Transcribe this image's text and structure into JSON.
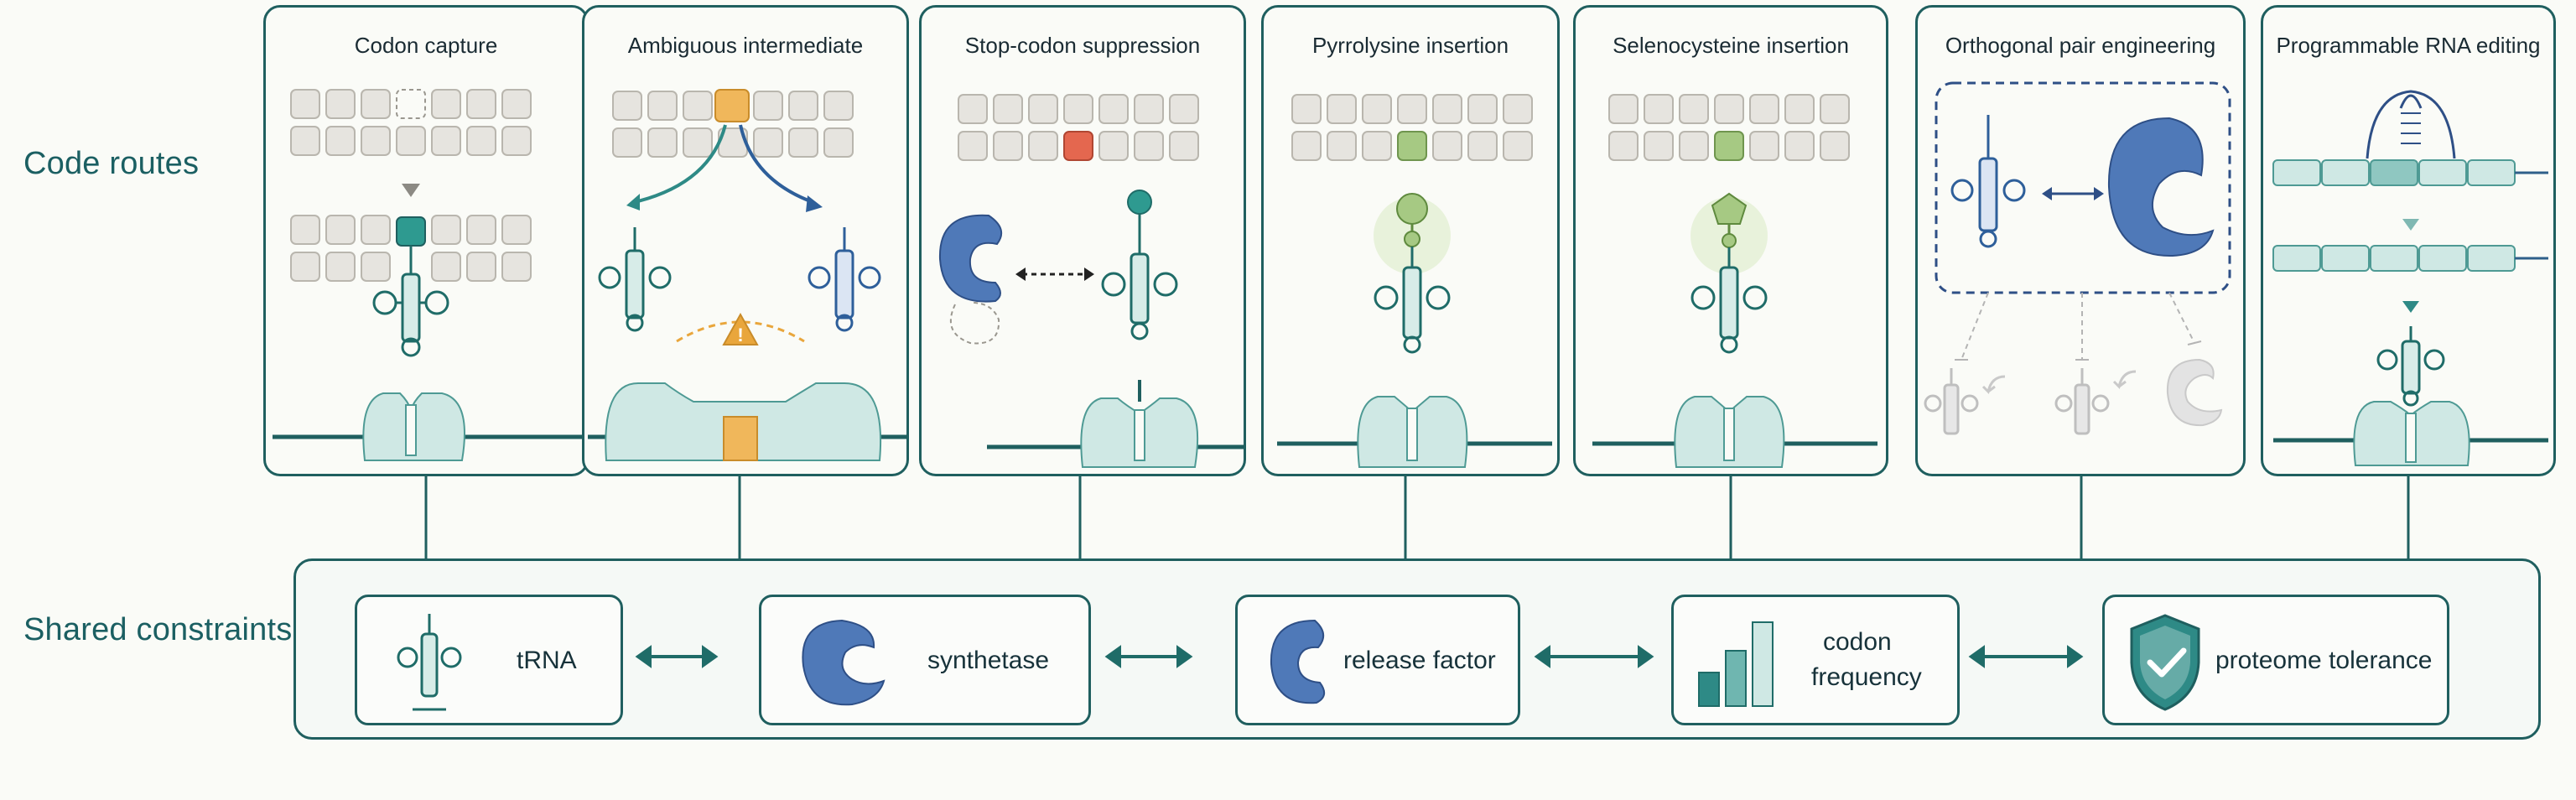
{
  "rows": {
    "top_label": "Code routes",
    "bottom_label": "Shared constraints"
  },
  "panels": [
    {
      "title": "Codon capture"
    },
    {
      "title": "Ambiguous intermediate"
    },
    {
      "title": "Stop-codon suppression"
    },
    {
      "title": "Pyrrolysine insertion"
    },
    {
      "title": "Selenocysteine insertion"
    },
    {
      "title": "Orthogonal pair engineering"
    },
    {
      "title": "Programmable RNA editing"
    }
  ],
  "constraints": [
    {
      "label": "tRNA",
      "icon": "trna-icon"
    },
    {
      "label": "synthetase",
      "icon": "synthetase-icon"
    },
    {
      "label": "release factor",
      "icon": "release-factor-icon"
    },
    {
      "label_line1": "codon",
      "label_line2": "frequency",
      "icon": "bar-chart-icon"
    },
    {
      "label": "proteome tolerance",
      "icon": "shield-check-icon"
    }
  ],
  "colors": {
    "border": "#1f5f5f",
    "teal": "#2e8a86",
    "ribosome": "#cfe8e4",
    "synthetase_blue": "#4f79b8",
    "codon_grey": "#e6e4df",
    "ambiguous_orange": "#f0b75b",
    "stop_red": "#e4674f",
    "pyl_green": "#a6c983",
    "warning_orange": "#e9a63c",
    "faded_grey": "#c9c9c9"
  }
}
